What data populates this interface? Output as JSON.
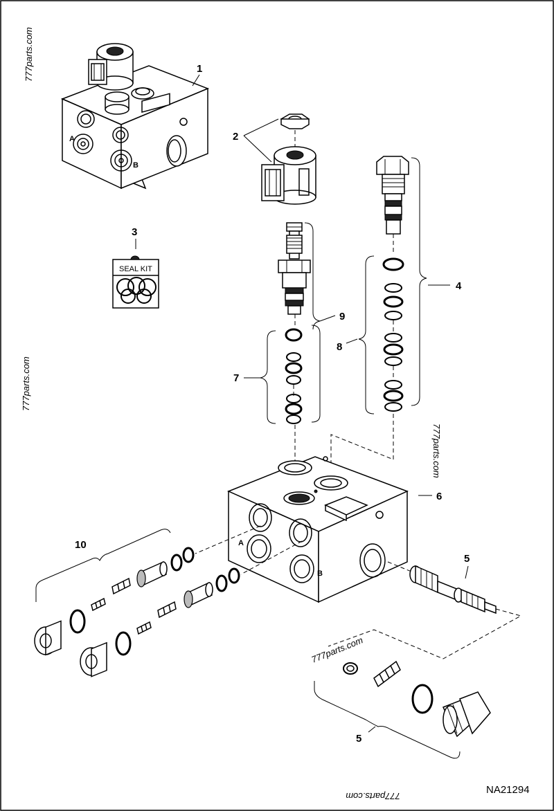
{
  "diagram": {
    "drawing_number": "NA21294",
    "seal_kit_label": "SEAL KIT",
    "watermark": "777parts.com",
    "callouts": {
      "c1": "1",
      "c2": "2",
      "c3": "3",
      "c4": "4",
      "c5a": "5",
      "c5b": "5",
      "c6": "6",
      "c7": "7",
      "c8": "8",
      "c9": "9",
      "c10": "10"
    },
    "port_labels": {
      "top_a": "A",
      "top_b": "B",
      "main_a": "A",
      "main_b": "B"
    }
  }
}
